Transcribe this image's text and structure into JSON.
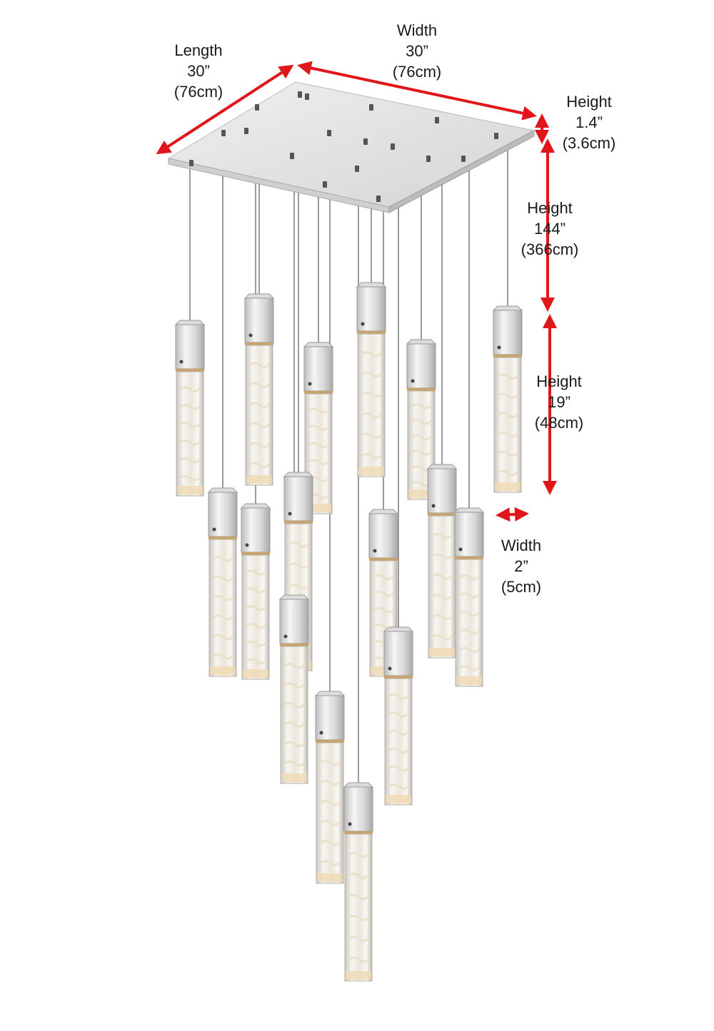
{
  "colors": {
    "arrow": "#e0161b",
    "cord": "#9a9a9a",
    "chrome": "#e6e6e6",
    "crystal": "#f2f0ec",
    "text": "#1a1a1a"
  },
  "dimensions": {
    "length": {
      "caption": "Length",
      "imperial": "30”",
      "metric": "(76cm)"
    },
    "width": {
      "caption": "Width",
      "imperial": "30”",
      "metric": "(76cm)"
    },
    "canopy_height": {
      "caption": "Height",
      "imperial": "1.4”",
      "metric": "(3.6cm)"
    },
    "overall_height": {
      "caption": "Height",
      "imperial": "144”",
      "metric": "(366cm)"
    },
    "pendant_height": {
      "caption": "Height",
      "imperial": "19”",
      "metric": "(48cm)"
    },
    "pendant_width": {
      "caption": "Width",
      "imperial": "2”",
      "metric": "(5cm)"
    }
  },
  "icons": [
    "dimension-arrow-icon",
    "ceiling-canopy-icon",
    "crystal-pendant-icon"
  ]
}
